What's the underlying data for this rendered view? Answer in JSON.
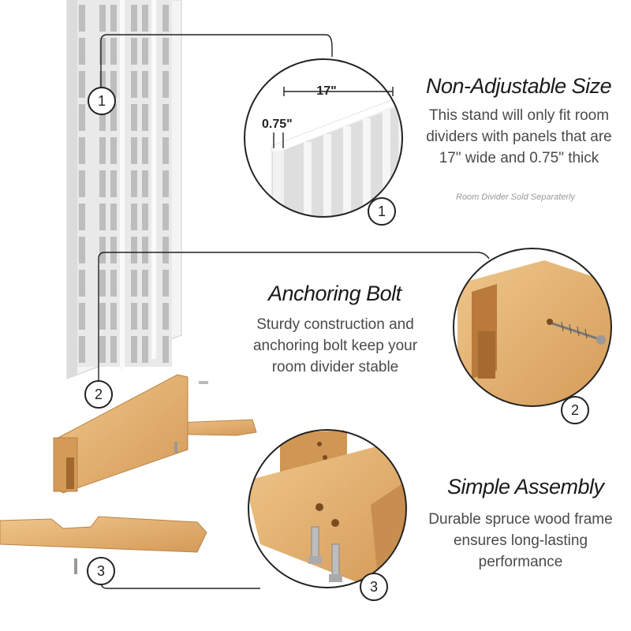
{
  "sections": [
    {
      "number": "1",
      "title": "Non-Adjustable Size",
      "description": "This stand will only fit room dividers with panels that are 17\" wide and 0.75\" thick",
      "note": "Room Divider Sold Separaterly",
      "dimensions": {
        "width_label": "17\"",
        "thickness_label": "0.75\""
      }
    },
    {
      "number": "2",
      "title": "Anchoring Bolt",
      "description": "Sturdy construction and anchoring bolt keep your room divider stable"
    },
    {
      "number": "3",
      "title": "Simple Assembly",
      "description": "Durable spruce wood frame ensures long-lasting performance"
    }
  ],
  "colors": {
    "wood": "#e2b072",
    "wood_dark": "#c48a4a",
    "panel": "#f0f0f0",
    "line": "#222222"
  }
}
